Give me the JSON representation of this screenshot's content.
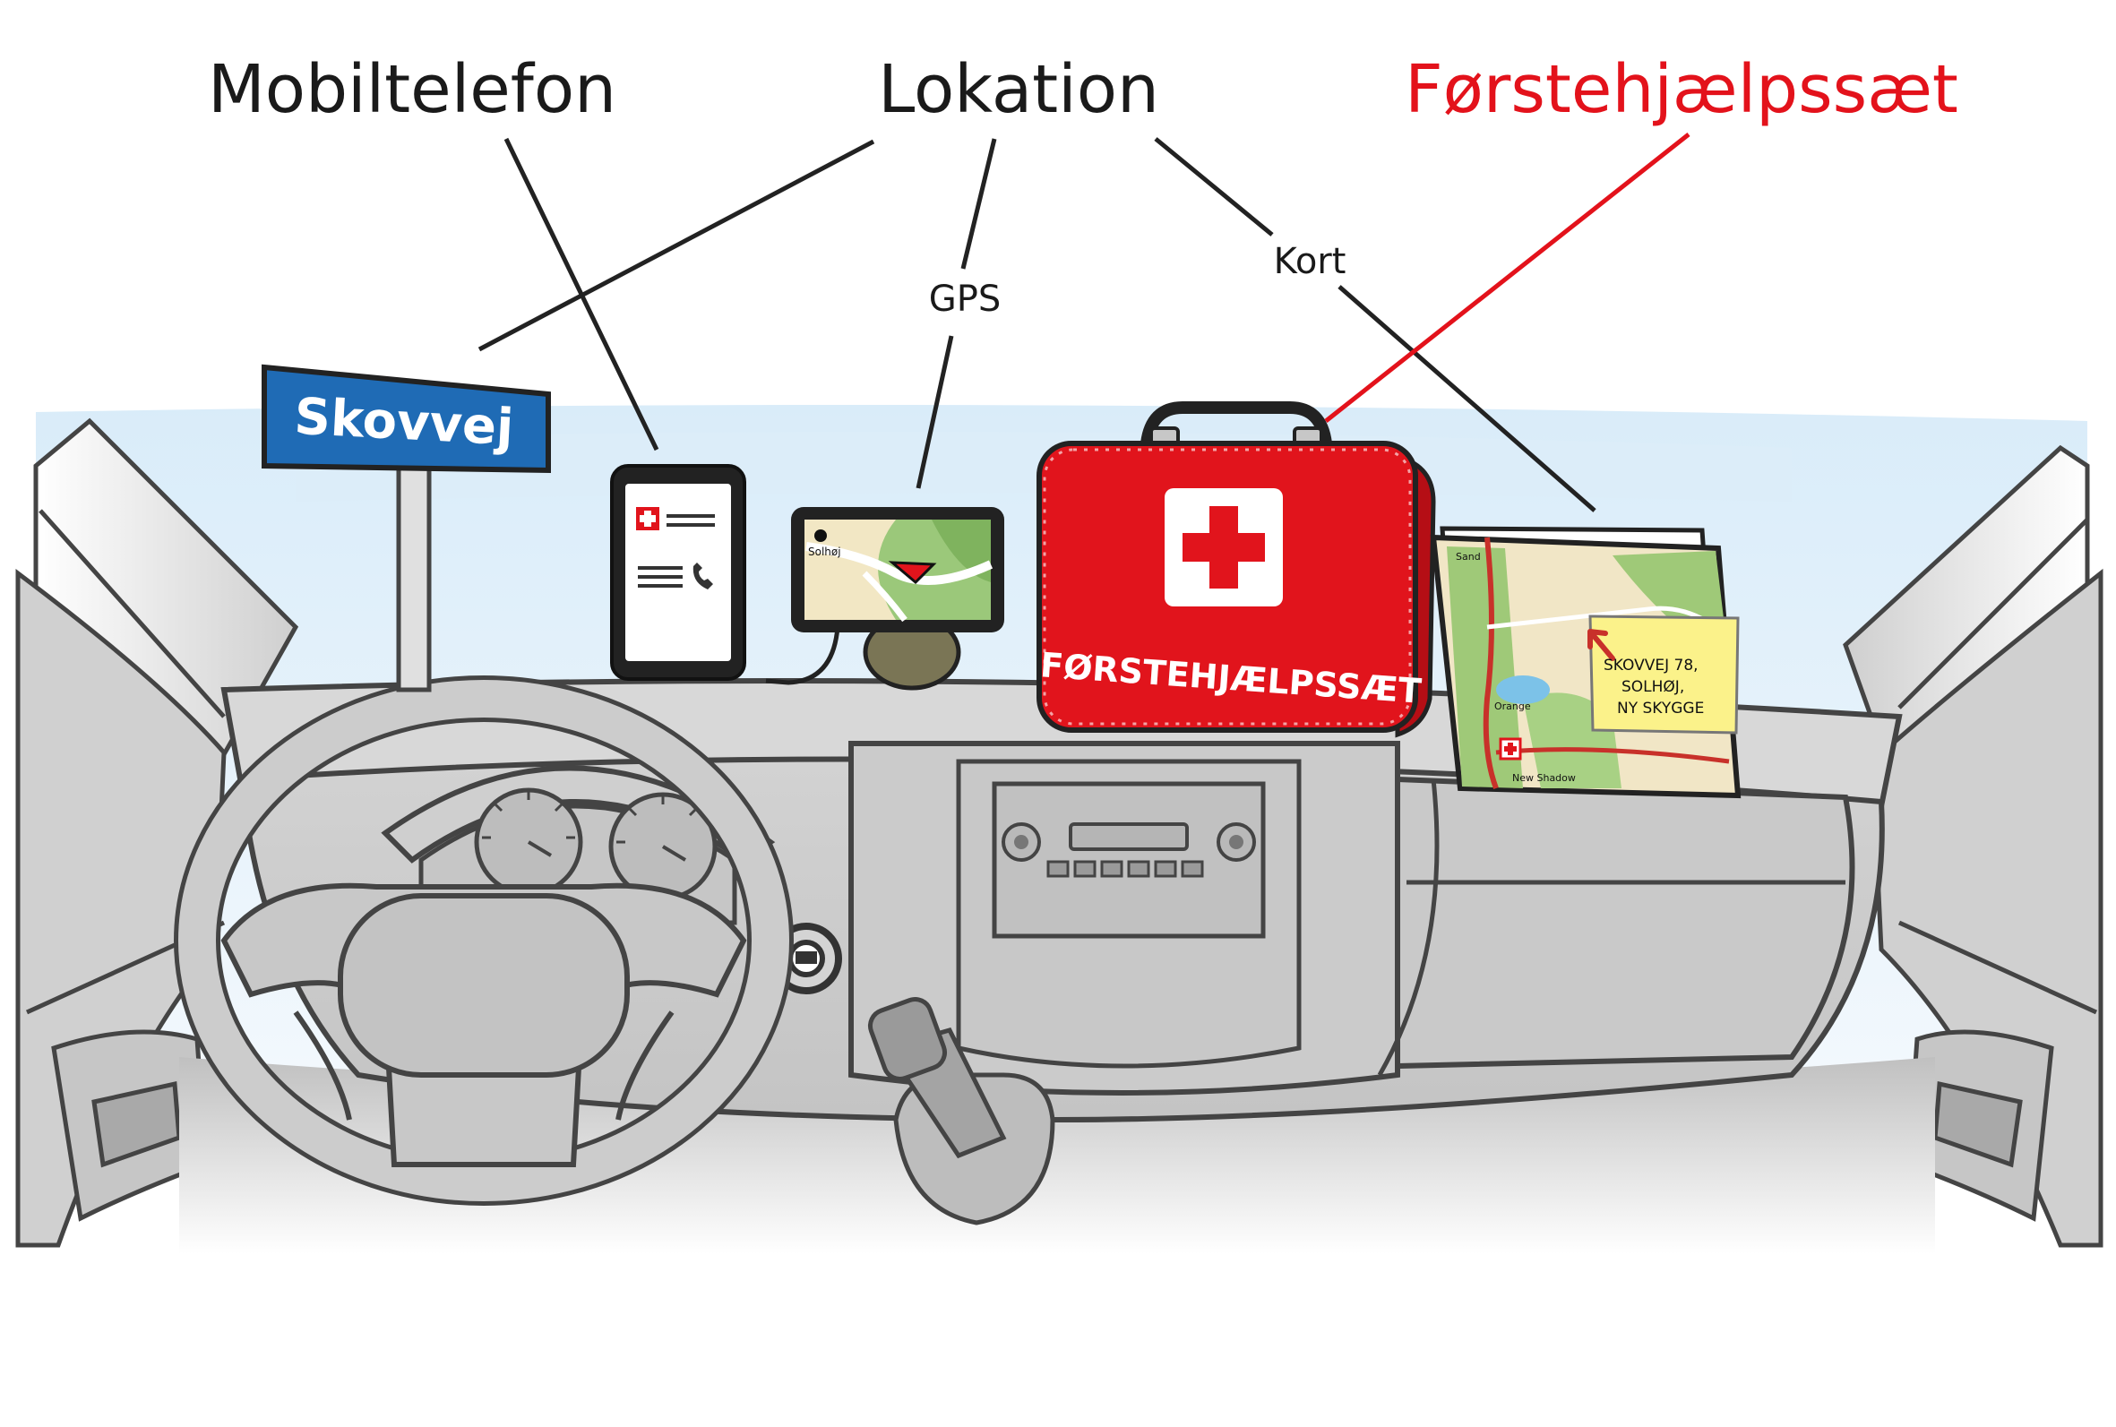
{
  "labels": {
    "mobile": "Mobiltelefon",
    "location": "Lokation",
    "first_aid": "Førstehjælpssæt",
    "gps": "GPS",
    "map": "Kort"
  },
  "street_sign": "Skovvej",
  "gps_place": "Solhøj",
  "kit_text": "FØRSTEHJÆLPSSÆT",
  "map_places": [
    "Sand",
    "Orange",
    "New Shadow"
  ],
  "sticky_note": [
    "SKOVVEJ 78,",
    "SOLHØJ,",
    "NY SKYGGE"
  ],
  "colors": {
    "label_red": "#e3121b",
    "sign_blue": "#1f6bb5",
    "kit_red": "#e1141c",
    "dash_grey": "#c9c9c9",
    "sky": "#cfe6f6",
    "note_yellow": "#fbf28a"
  }
}
